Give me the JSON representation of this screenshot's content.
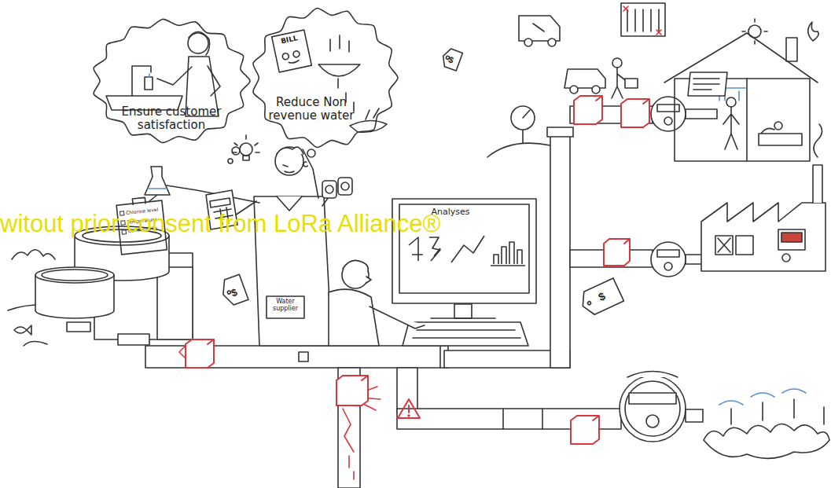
{
  "diagram": {
    "nodes": [
      {
        "text": [
          "Ensure customer satisfaction"
        ]
      },
      {
        "text": [
          "Reduce Non revenue water"
        ]
      },
      {
        "text": [
          "BILL"
        ],
        "in": 1
      },
      {
        "text": [
          "Analyses"
        ]
      },
      {
        "text": [
          "Water supplier"
        ]
      },
      {
        "text": [
          "$"
        ]
      },
      {
        "text": [
          "$"
        ]
      },
      {
        "text": [
          "$"
        ]
      },
      {
        "text": [
          "Chlorine level",
          "Temperature",
          "Conductivity"
        ]
      }
    ],
    "labels": [
      "witout prior consent from LoRa Alliance®"
    ]
  }
}
